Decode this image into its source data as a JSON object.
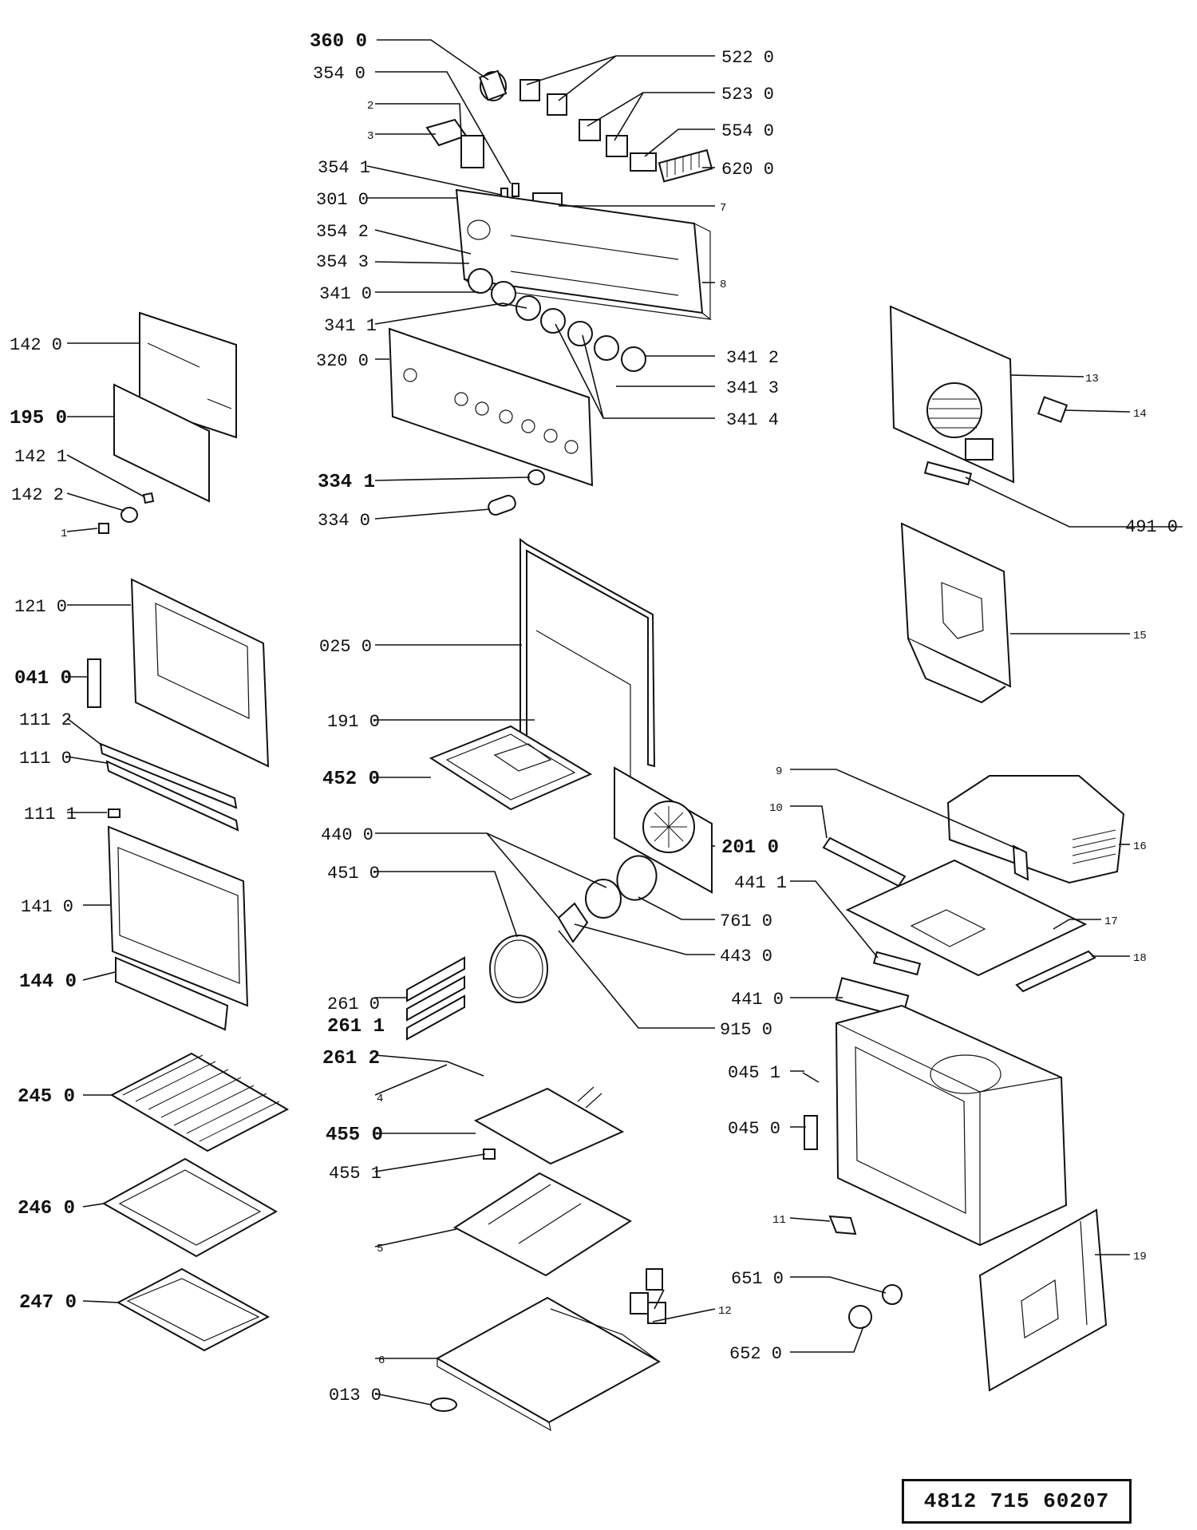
{
  "document_number": "4812   715   60207",
  "labels": [
    "360 0",
    "354 0",
    "2",
    "3",
    "354 1",
    "301 0",
    "354 2",
    "354 3",
    "341 0",
    "341 1",
    "320 0",
    "334 1",
    "334 0",
    "522 0",
    "523 0",
    "554 0",
    "620 0",
    "7",
    "8",
    "341 2",
    "341 3",
    "341 4",
    "142 0",
    "195 0",
    "142 1",
    "142 2",
    "1",
    "121 0",
    "041 0",
    "111 2",
    "111 0",
    "111 1",
    "141 0",
    "144 0",
    "245 0",
    "246 0",
    "247 0",
    "025 0",
    "191 0",
    "452 0",
    "440 0",
    "451 0",
    "261 0",
    "261 1",
    "261 2",
    "4",
    "455 0",
    "455 1",
    "5",
    "6",
    "013 0",
    "201 0",
    "761 0",
    "443 0",
    "915 0",
    "13",
    "14",
    "491 0",
    "15",
    "9",
    "10",
    "16",
    "441 1",
    "17",
    "18",
    "441 0",
    "045 1",
    "045 0",
    "11",
    "651 0",
    "652 0",
    "12",
    "19"
  ]
}
